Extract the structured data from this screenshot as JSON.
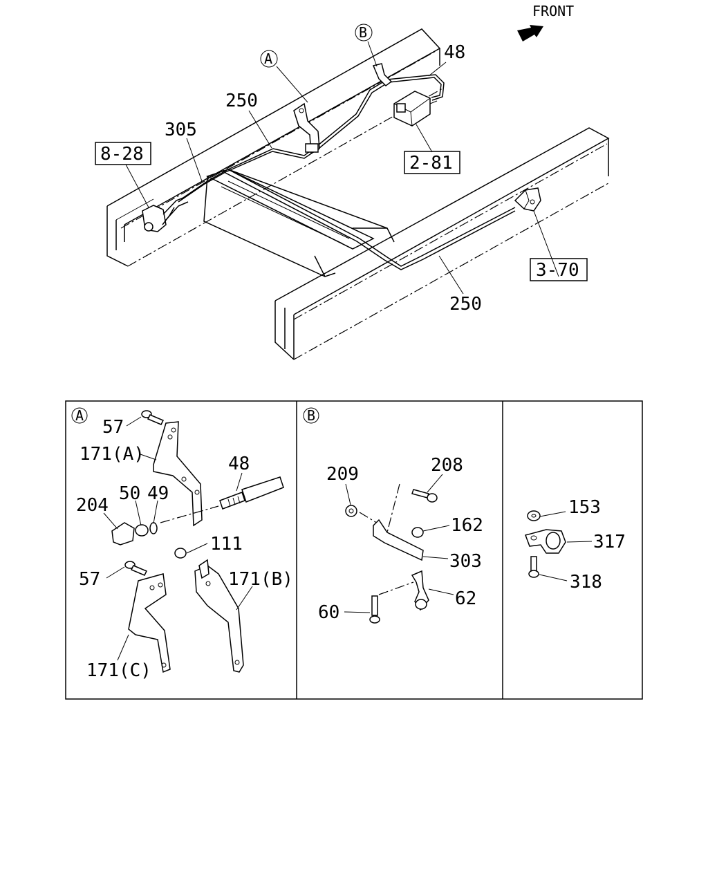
{
  "direction": {
    "label": "FRONT"
  },
  "overview": {
    "callouts": {
      "circle_a": "A",
      "circle_b": "B",
      "p48": "48",
      "p250_top": "250",
      "p305": "305",
      "p250_bottom": "250"
    },
    "refs": {
      "r_8_28": "8-28",
      "r_2_81": "2-81",
      "r_3_70": "3-70"
    }
  },
  "detail_a": {
    "marker": "A",
    "labels": {
      "l57_top": "57",
      "l171a": "171(A)",
      "l48": "48",
      "l50": "50",
      "l49": "49",
      "l204": "204",
      "l111": "111",
      "l57_bottom": "57",
      "l171b": "171(B)",
      "l171c": "171(C)"
    }
  },
  "detail_b": {
    "marker": "B",
    "labels": {
      "l209": "209",
      "l208": "208",
      "l162": "162",
      "l303": "303",
      "l62": "62",
      "l60": "60"
    }
  },
  "detail_c": {
    "labels": {
      "l153": "153",
      "l317": "317",
      "l318": "318"
    }
  }
}
